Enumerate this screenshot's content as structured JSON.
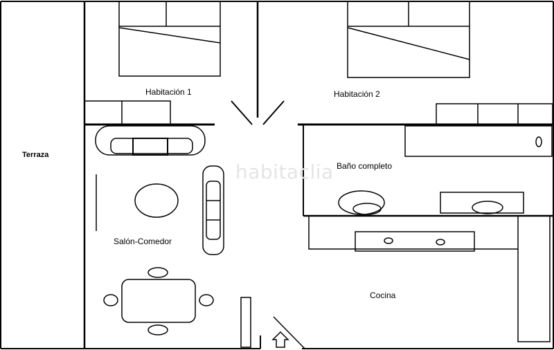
{
  "rooms": {
    "terrace": "Terraza",
    "bedroom1": "Habitación 1",
    "bedroom2": "Habitación 2",
    "bathroom": "Baño completo",
    "living": "Salón-Comedor",
    "kitchen": "Cocina"
  },
  "watermark": "habitaclia",
  "colors": {
    "ink": "#000000",
    "paper": "#ffffff",
    "watermark": "#e4e4e4"
  },
  "icons": {
    "entrance": "up-arrow-icon"
  }
}
